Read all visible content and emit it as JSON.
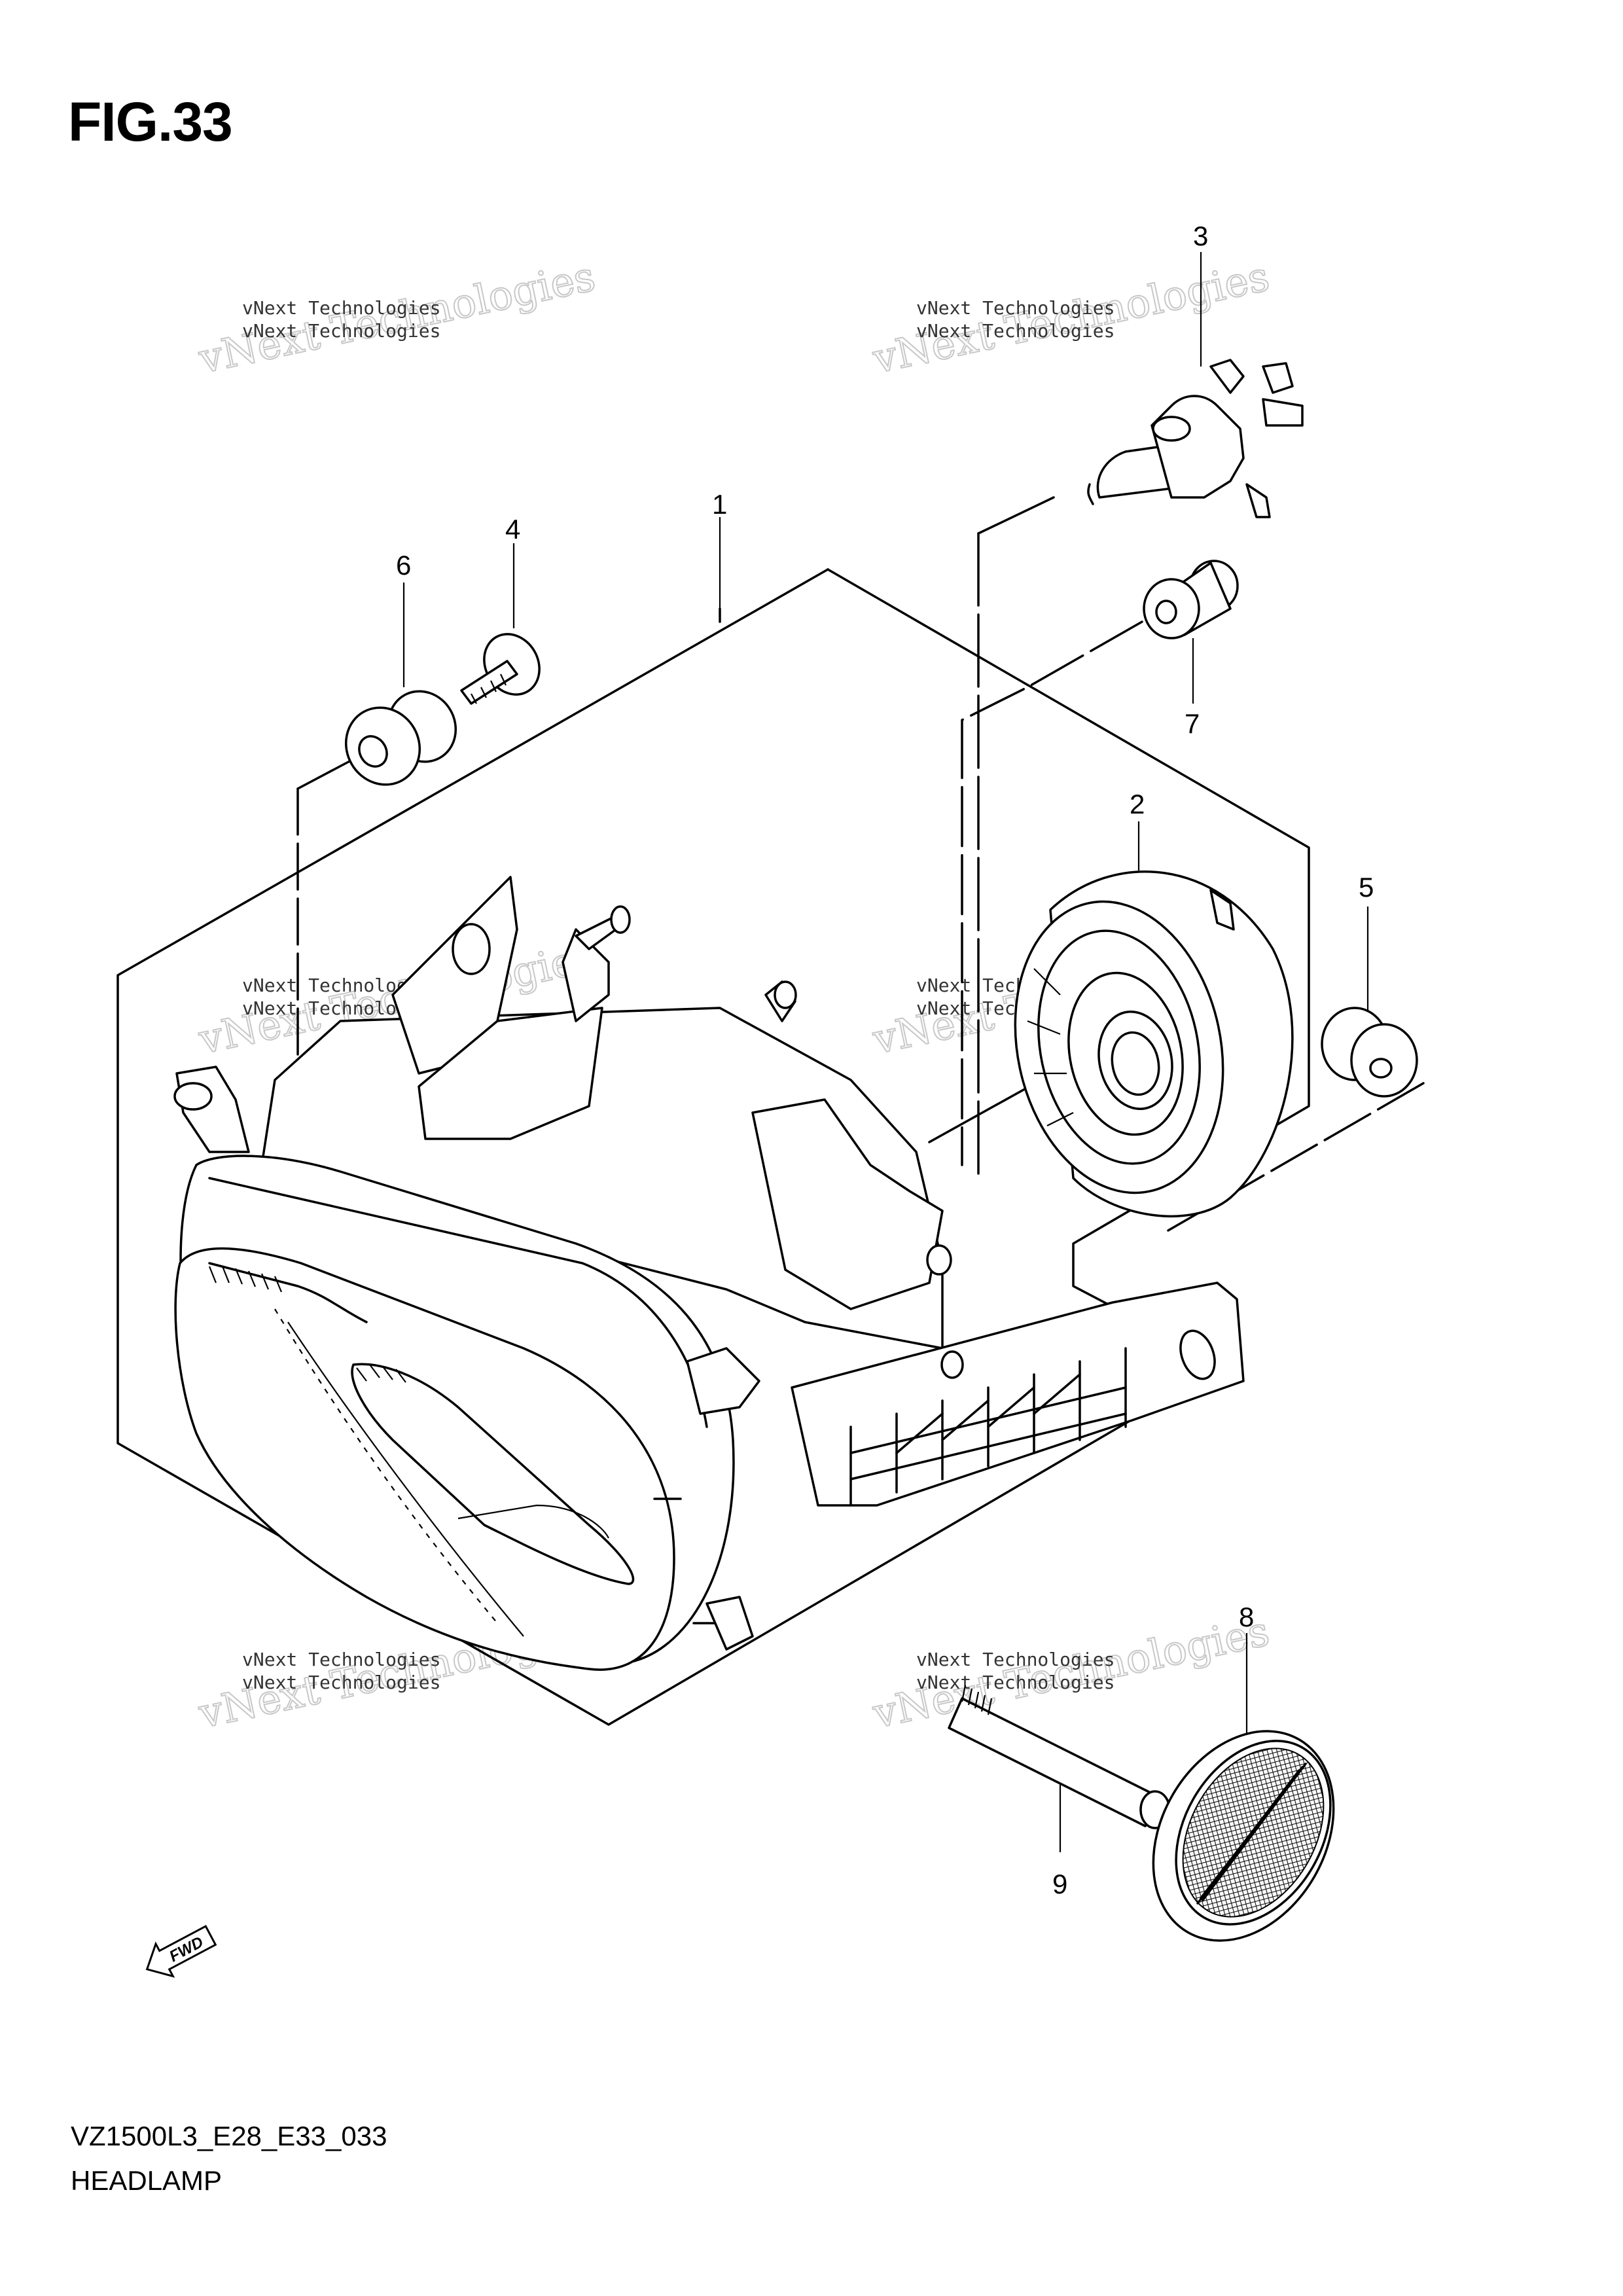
{
  "figure": {
    "title": "FIG.33",
    "code": "VZ1500L3_E28_E33_033",
    "name": "HEADLAMP"
  },
  "callouts": [
    "1",
    "2",
    "3",
    "4",
    "5",
    "6",
    "7",
    "8",
    "9"
  ],
  "watermark": {
    "big": "vNext Technologies",
    "small": "vNext Technologies"
  },
  "fwd_label": "FWD",
  "colors": {
    "line": "#000000",
    "watermark": "#c8c8c8",
    "background": "#ffffff"
  }
}
